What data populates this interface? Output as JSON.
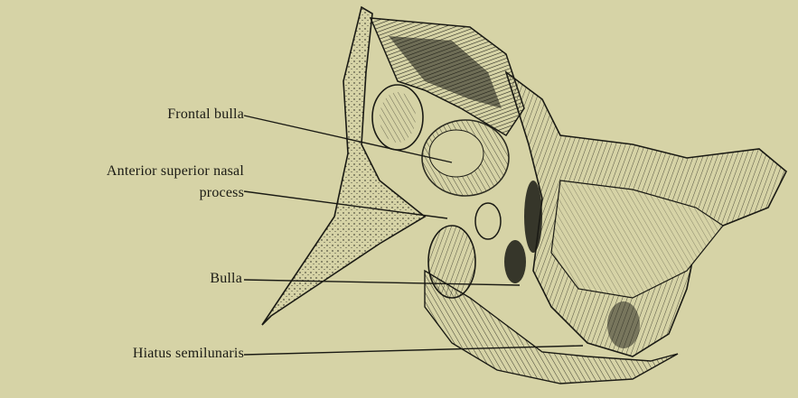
{
  "labels": {
    "frontal_bulla": "Frontal bulla",
    "anterior_superior_line1": "Anterior superior nasal",
    "anterior_superior_line2": "process",
    "bulla": "Bulla",
    "hiatus_semilunaris": "Hiatus semilunaris"
  },
  "colors": {
    "paper": "#d6d3a6",
    "ink": "#1a1a14"
  }
}
